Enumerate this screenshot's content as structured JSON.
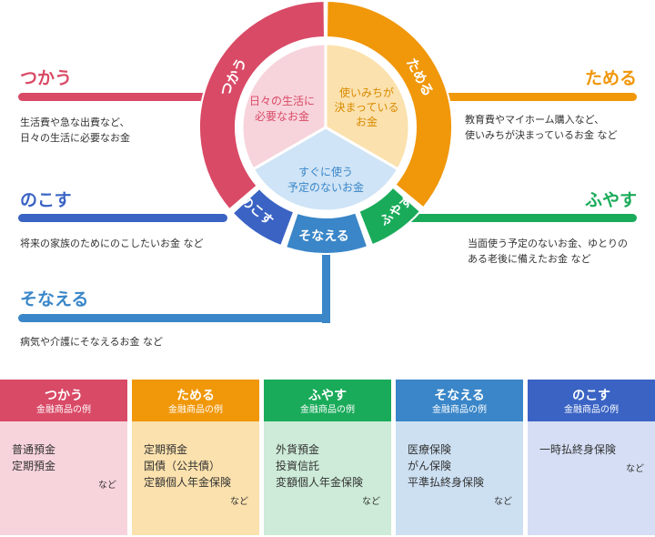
{
  "colors": {
    "tsukau": "#d94a66",
    "tameru": "#f0970a",
    "fuyasu": "#1aab5a",
    "sonaeru": "#3a86c8",
    "nokosu": "#3a63c4",
    "tsukau_light": "#f7d4dc",
    "tameru_light": "#fbe1ad",
    "fuyasu_light": "#cdebd8",
    "sonaeru_light": "#cde0f2",
    "nokosu_light": "#d5def4",
    "center_blue": "#cfe4f6"
  },
  "wheel": {
    "outer": {
      "tsukau": "つかう",
      "tameru": "ためる",
      "nokosu": "のこす",
      "sonaeru": "そなえる",
      "fuyasu": "ふやす"
    },
    "inner": {
      "left": [
        "日々の生活に",
        "必要なお金"
      ],
      "right": [
        "使いみちが",
        "決まっている",
        "お金"
      ],
      "bottom": [
        "すぐに使う",
        "予定のないお金"
      ]
    }
  },
  "categories": {
    "tsukau": {
      "title": "つかう",
      "desc": [
        "生活費や急な出費など、",
        "日々の生活に必要なお金"
      ]
    },
    "tameru": {
      "title": "ためる",
      "desc": [
        "教育費やマイホーム購入など、",
        "使いみちが決まっているお金 など"
      ]
    },
    "nokosu": {
      "title": "のこす",
      "desc": [
        "将来の家族のためにのこしたいお金 など"
      ]
    },
    "fuyasu": {
      "title": "ふやす",
      "desc": [
        "当面使う予定のないお金、ゆとりの",
        "ある老後に備えたお金 など"
      ]
    },
    "sonaeru": {
      "title": "そなえる",
      "desc": [
        "病気や介護にそなえるお金 など"
      ]
    }
  },
  "table": {
    "subtitle": "金融商品の例",
    "etc": "など",
    "columns": [
      {
        "title": "つかう",
        "items": [
          "普通預金",
          "定期預金"
        ]
      },
      {
        "title": "ためる",
        "items": [
          "定期預金",
          "国債（公共債）",
          "定額個人年金保険"
        ]
      },
      {
        "title": "ふやす",
        "items": [
          "外貨預金",
          "投資信託",
          "変額個人年金保険"
        ]
      },
      {
        "title": "そなえる",
        "items": [
          "医療保険",
          "がん保険",
          "平準払終身保険"
        ]
      },
      {
        "title": "のこす",
        "items": [
          "一時払終身保険"
        ]
      }
    ]
  }
}
